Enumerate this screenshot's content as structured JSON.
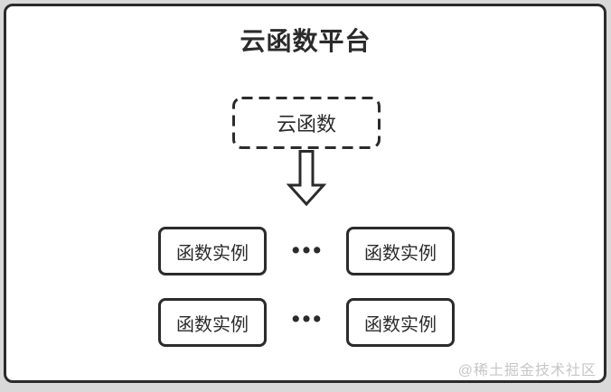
{
  "title": "云函数平台",
  "cloud_function": {
    "label": "云函数"
  },
  "arrow_icon": "hollow-down-arrow",
  "ellipsis": "•••",
  "instances": [
    {
      "label": "函数实例"
    },
    {
      "label": "函数实例"
    },
    {
      "label": "函数实例"
    },
    {
      "label": "函数实例"
    }
  ],
  "watermark": "@稀土掘金技术社区",
  "colors": {
    "ink": "#2b2b2b",
    "canvas_background": "#d9d9d9",
    "panel_background": "#ffffff",
    "watermark": "#c6c6c6"
  }
}
